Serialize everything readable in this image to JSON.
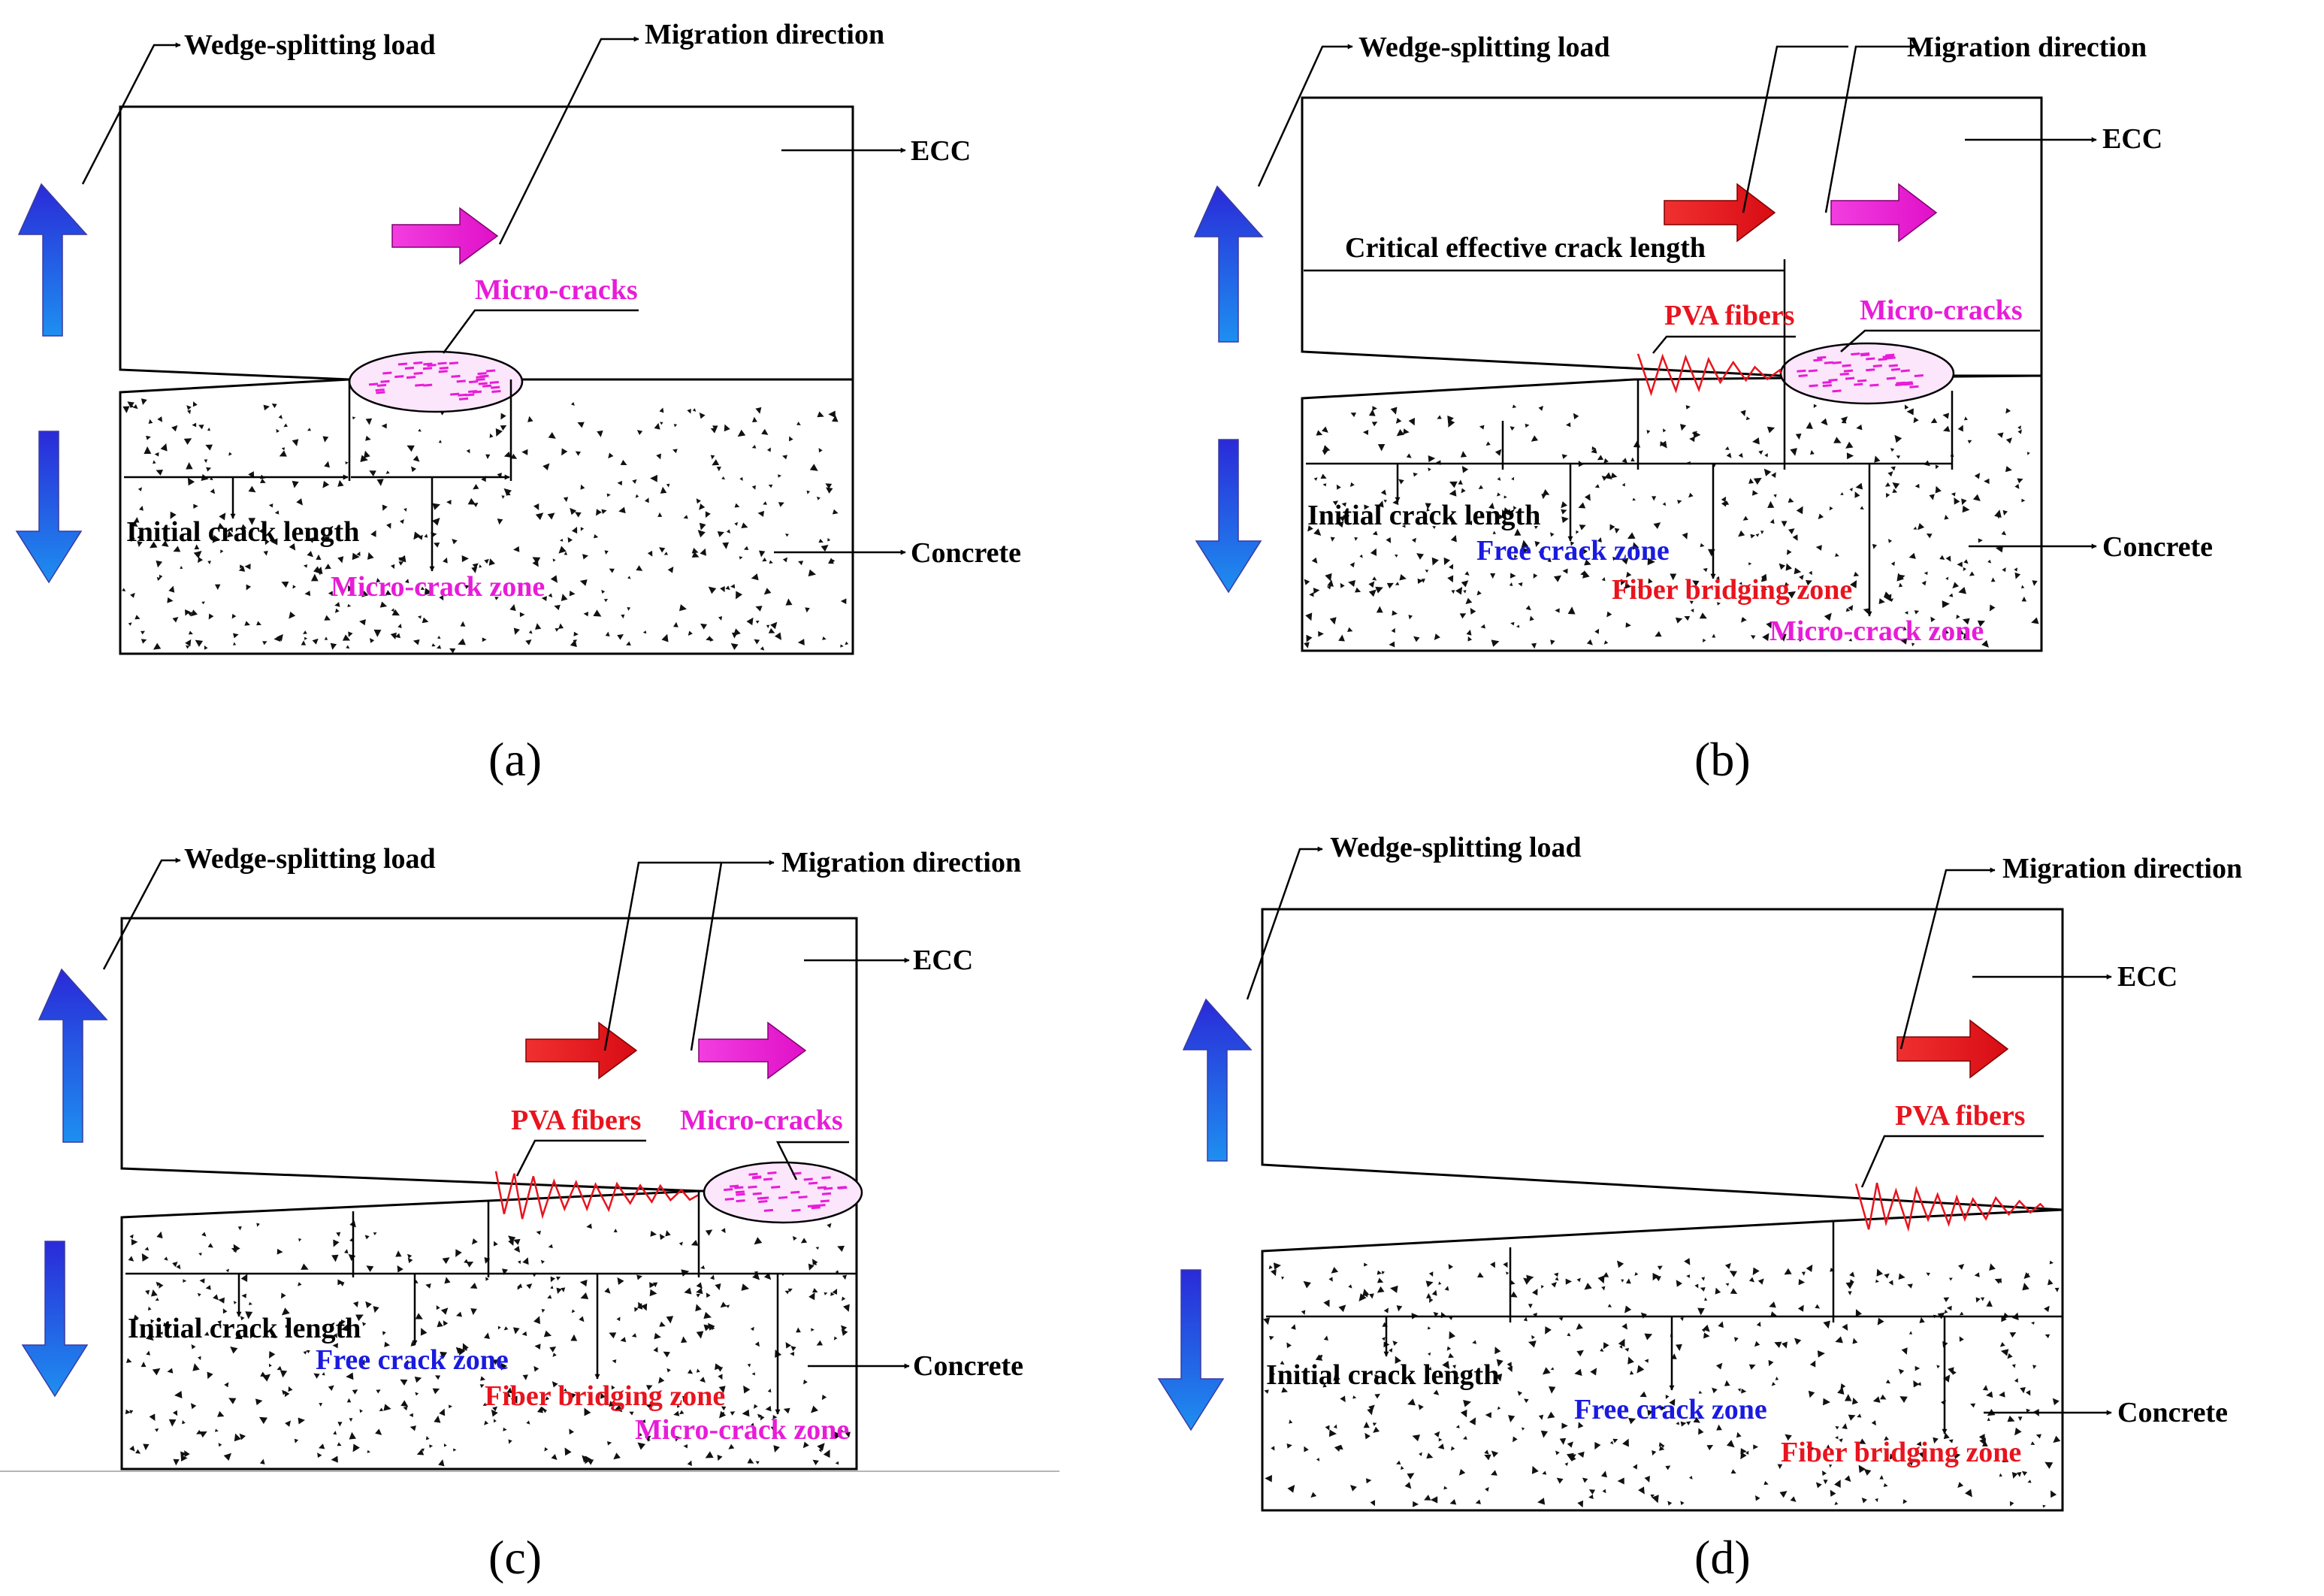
{
  "colors": {
    "blue_top": "#2a2ad8",
    "blue_bottom": "#1e8ff0",
    "red_arrow": "#e8141e",
    "magenta_arrow": "#f01cd6",
    "red_text": "#e8141e",
    "magenta_text": "#e81cd8",
    "blue_text": "#1a1ae0",
    "ink": "#000000"
  },
  "icons": [
    "wedge-load-arrow-up-icon",
    "wedge-load-arrow-down-icon",
    "migration-arrow-icon"
  ],
  "panels": [
    {
      "caption": "(a)",
      "labels": {
        "wedge_load": "Wedge-splitting load",
        "migration": "Migration direction",
        "ecc": "ECC",
        "concrete": "Concrete",
        "micro_cracks": "Micro-cracks",
        "initial_crack": "Initial crack length",
        "micro_crack_zone": "Micro-crack zone"
      }
    },
    {
      "caption": "(b)",
      "labels": {
        "wedge_load": "Wedge-splitting load",
        "migration": "Migration direction",
        "ecc": "ECC",
        "concrete": "Concrete",
        "critical_length": "Critical effective crack length",
        "pva_fibers": "PVA fibers",
        "micro_cracks": "Micro-cracks",
        "initial_crack": "Initial crack length",
        "free_crack_zone": "Free crack zone",
        "fiber_bridging_zone": "Fiber bridging zone",
        "micro_crack_zone": "Micro-crack zone"
      }
    },
    {
      "caption": "(c)",
      "labels": {
        "wedge_load": "Wedge-splitting load",
        "migration": "Migration direction",
        "ecc": "ECC",
        "concrete": "Concrete",
        "pva_fibers": "PVA fibers",
        "micro_cracks": "Micro-cracks",
        "initial_crack": "Initial crack length",
        "free_crack_zone": "Free crack zone",
        "fiber_bridging_zone": "Fiber bridging zone",
        "micro_crack_zone": "Micro-crack zone"
      }
    },
    {
      "caption": "(d)",
      "labels": {
        "wedge_load": "Wedge-splitting load",
        "migration": "Migration direction",
        "ecc": "ECC",
        "concrete": "Concrete",
        "pva_fibers": "PVA fibers",
        "initial_crack": "Initial crack length",
        "free_crack_zone": "Free crack zone",
        "fiber_bridging_zone": "Fiber bridging zone"
      }
    }
  ]
}
